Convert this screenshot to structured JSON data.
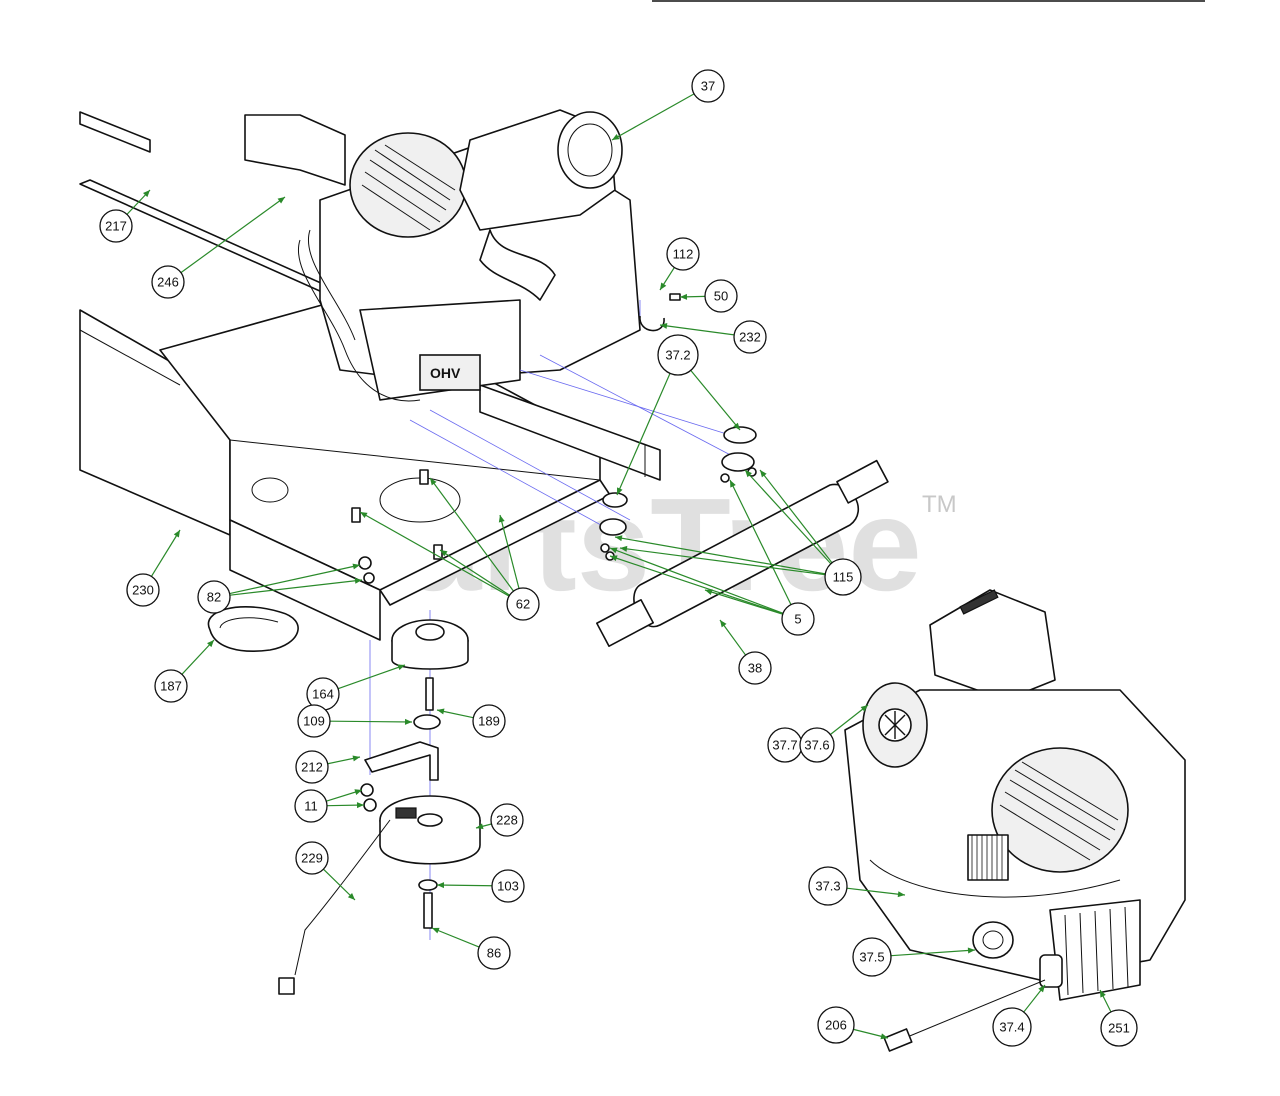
{
  "watermark": {
    "text": "PartsTree",
    "mark": "TM"
  },
  "engine_badge": "OHV",
  "colors": {
    "leader": "#2a8a2a",
    "guide": "#6a6af0",
    "outline": "#111111"
  },
  "callouts": [
    {
      "label": "37"
    },
    {
      "label": "217"
    },
    {
      "label": "246"
    },
    {
      "label": "112"
    },
    {
      "label": "50"
    },
    {
      "label": "232"
    },
    {
      "label": "37.2"
    },
    {
      "label": "115"
    },
    {
      "label": "230"
    },
    {
      "label": "82"
    },
    {
      "label": "62"
    },
    {
      "label": "5"
    },
    {
      "label": "38"
    },
    {
      "label": "187"
    },
    {
      "label": "164"
    },
    {
      "label": "109"
    },
    {
      "label": "189"
    },
    {
      "label": "212"
    },
    {
      "label": "11"
    },
    {
      "label": "228"
    },
    {
      "label": "229"
    },
    {
      "label": "103"
    },
    {
      "label": "86"
    },
    {
      "label": "37.7"
    },
    {
      "label": "37.6"
    },
    {
      "label": "37.3"
    },
    {
      "label": "37.5"
    },
    {
      "label": "206"
    },
    {
      "label": "37.4"
    },
    {
      "label": "251"
    }
  ]
}
